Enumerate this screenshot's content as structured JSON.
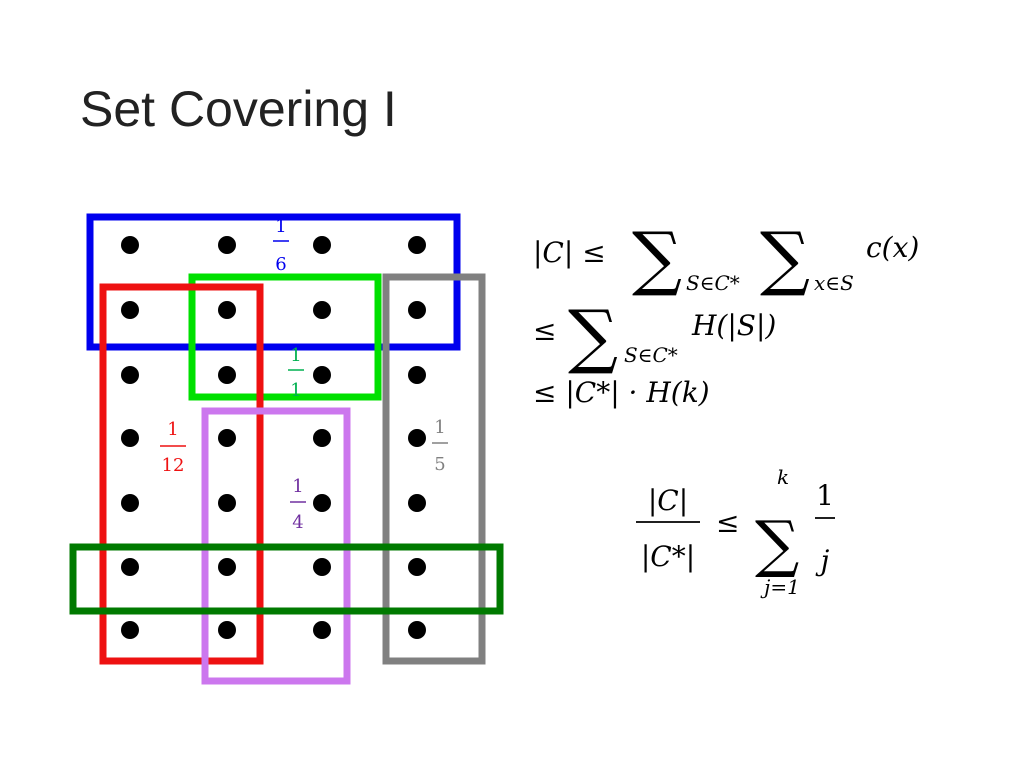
{
  "slide": {
    "title": "Set Covering I"
  },
  "sets": [
    {
      "name": "blue",
      "color": "#0000ee",
      "fraction": {
        "num": "1",
        "den": "6"
      }
    },
    {
      "name": "green",
      "color": "#00e000",
      "fraction": {
        "num": "1",
        "den": "1"
      }
    },
    {
      "name": "red",
      "color": "#ee1111",
      "fraction": {
        "num": "1",
        "den": "12"
      }
    },
    {
      "name": "purple",
      "color": "#cc77ee",
      "fraction": {
        "num": "1",
        "den": "4"
      }
    },
    {
      "name": "gray",
      "color": "#808080",
      "fraction": {
        "num": "1",
        "den": "5"
      }
    },
    {
      "name": "dark-green",
      "color": "#007a00"
    }
  ],
  "grid": {
    "rows": 7,
    "cols": 4
  },
  "formulas": {
    "line1": {
      "lhs": "|C| ≤",
      "sigma": "∑",
      "sub1": "S∈C*",
      "sub2": "x∈S",
      "term": "c(x)"
    },
    "line2": {
      "lhs": "≤",
      "sigma": "∑",
      "sub": "S∈C*",
      "term": "H(|S|)"
    },
    "line3": {
      "text": "≤ |C*| · H(k)"
    },
    "ratio": {
      "num": "|C|",
      "den": "|C*|",
      "rel": "≤",
      "sigma": "∑",
      "upper": "k",
      "lower": "j=1",
      "frac_num": "1",
      "frac_den": "j"
    }
  }
}
